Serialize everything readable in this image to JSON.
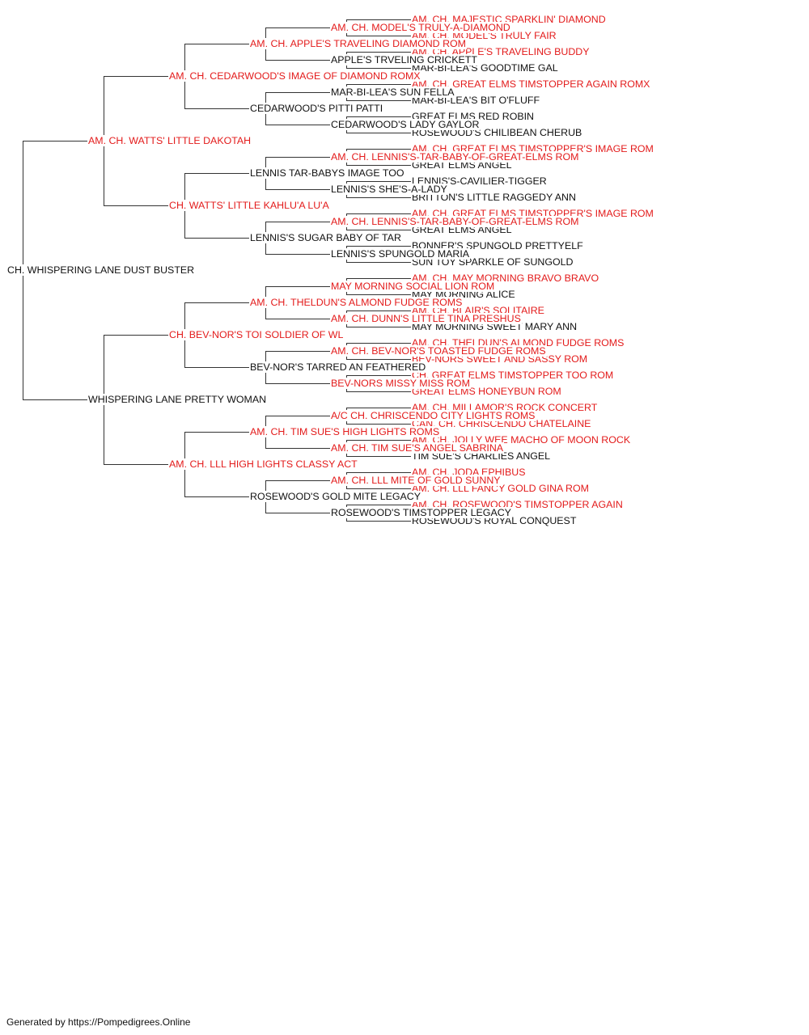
{
  "colors": {
    "champion": "#e31b1b",
    "regular": "#111111",
    "connector": "#333333"
  },
  "pedigree": {
    "name": "CH. WHISPERING LANE DUST BUSTER",
    "champion": false,
    "sire": {
      "name": "AM. CH. WATTS' LITTLE DAKOTAH",
      "champion": true,
      "sire": {
        "name": "AM. CH. CEDARWOOD'S IMAGE OF DIAMOND ROMX",
        "champion": true,
        "sire": {
          "name": "AM. CH. APPLE'S TRAVELING DIAMOND ROM",
          "champion": true,
          "sire": {
            "name": "AM. CH. MODEL'S TRULY-A-DIAMOND",
            "champion": true,
            "sire": {
              "name": "AM. CH. MAJESTIC SPARKLIN' DIAMOND",
              "champion": true
            },
            "dam": {
              "name": "AM. CH. MODEL'S TRULY FAIR",
              "champion": true
            }
          },
          "dam": {
            "name": "APPLE'S TRVELING CRICKETT",
            "champion": false,
            "sire": {
              "name": "AM. CH. APPLE'S TRAVELING BUDDY",
              "champion": true
            },
            "dam": {
              "name": "MAR-BI-LEA'S GOODTIME GAL",
              "champion": false
            }
          }
        },
        "dam": {
          "name": "CEDARWOOD'S PITTI PATTI",
          "champion": false,
          "sire": {
            "name": "MAR-BI-LEA'S SUN FELLA",
            "champion": false,
            "sire": {
              "name": "AM. CH. GREAT ELMS TIMSTOPPER AGAIN ROMX",
              "champion": true
            },
            "dam": {
              "name": "MAR-BI-LEA'S BIT O'FLUFF",
              "champion": false
            }
          },
          "dam": {
            "name": "CEDARWOOD'S LADY GAYLOR",
            "champion": false,
            "sire": {
              "name": "GREAT ELMS RED ROBIN",
              "champion": false
            },
            "dam": {
              "name": "ROSEWOOD'S CHILIBEAN CHERUB",
              "champion": false
            }
          }
        }
      },
      "dam": {
        "name": "CH. WATTS' LITTLE KAHLU'A LU'A",
        "champion": true,
        "sire": {
          "name": "LENNIS TAR-BABYS IMAGE TOO",
          "champion": false,
          "sire": {
            "name": "AM. CH. LENNIS'S-TAR-BABY-OF-GREAT-ELMS ROM",
            "champion": true,
            "sire": {
              "name": "AM. CH. GREAT ELMS TIMSTOPPER'S IMAGE ROM",
              "champion": true
            },
            "dam": {
              "name": "GREAT ELMS ANGEL",
              "champion": false
            }
          },
          "dam": {
            "name": "LENNIS'S SHE'S-A-LADY",
            "champion": false,
            "sire": {
              "name": "LENNIS'S-CAVILIER-TIGGER",
              "champion": false
            },
            "dam": {
              "name": "BRITTON'S LITTLE RAGGEDY ANN",
              "champion": false
            }
          }
        },
        "dam": {
          "name": "LENNIS'S SUGAR BABY OF TAR",
          "champion": false,
          "sire": {
            "name": "AM. CH. LENNIS'S-TAR-BABY-OF-GREAT-ELMS ROM",
            "champion": true,
            "sire": {
              "name": "AM. CH. GREAT ELMS TIMSTOPPER'S IMAGE ROM",
              "champion": true
            },
            "dam": {
              "name": "GREAT ELMS ANGEL",
              "champion": false
            }
          },
          "dam": {
            "name": "LENNIS'S SPUNGOLD MARIA",
            "champion": false,
            "sire": {
              "name": "BONNER'S SPUNGOLD PRETTYELF",
              "champion": false
            },
            "dam": {
              "name": "SUN TOY SPARKLE OF SUNGOLD",
              "champion": false
            }
          }
        }
      }
    },
    "dam": {
      "name": "WHISPERING LANE PRETTY WOMAN",
      "champion": false,
      "sire": {
        "name": "CH. BEV-NOR'S TOI SOLDIER OF WL",
        "champion": true,
        "sire": {
          "name": "AM. CH. THELDUN'S ALMOND FUDGE ROMS",
          "champion": true,
          "sire": {
            "name": "MAY MORNING SOCIAL LION ROM",
            "champion": true,
            "sire": {
              "name": "AM. CH. MAY MORNING BRAVO BRAVO",
              "champion": true
            },
            "dam": {
              "name": "MAY MORNING ALICE",
              "champion": false
            }
          },
          "dam": {
            "name": "AM. CH. DUNN'S LITTLE TINA PRESHUS",
            "champion": true,
            "sire": {
              "name": "AM. CH. BLAIR'S SOLITAIRE",
              "champion": true
            },
            "dam": {
              "name": "MAY MORNING SWEET MARY ANN",
              "champion": false
            }
          }
        },
        "dam": {
          "name": "BEV-NOR'S TARRED AN FEATHERED",
          "champion": false,
          "sire": {
            "name": "AM. CH. BEV-NOR'S TOASTED FUDGE ROMS",
            "champion": true,
            "sire": {
              "name": "AM. CH. THELDUN'S ALMOND FUDGE ROMS",
              "champion": true
            },
            "dam": {
              "name": "BEV-NORS SWEET AND SASSY ROM",
              "champion": true
            }
          },
          "dam": {
            "name": "BEV-NORS MISSY MISS ROM",
            "champion": true,
            "sire": {
              "name": "CH. GREAT ELMS TIMSTOPPER TOO ROM",
              "champion": true
            },
            "dam": {
              "name": "GREAT ELMS HONEYBUN ROM",
              "champion": true
            }
          }
        }
      },
      "dam": {
        "name": "AM. CH. LLL HIGH LIGHTS CLASSY ACT",
        "champion": true,
        "sire": {
          "name": "AM. CH. TIM SUE'S HIGH LIGHTS ROMS",
          "champion": true,
          "sire": {
            "name": "A/C CH. CHRISCENDO CITY LIGHTS ROMS",
            "champion": true,
            "sire": {
              "name": "AM. CH. MILLAMOR'S ROCK CONCERT",
              "champion": true
            },
            "dam": {
              "name": "CAN. CH. CHRISCENDO CHATELAINE",
              "champion": true
            }
          },
          "dam": {
            "name": "AM. CH. TIM SUE'S ANGEL SABRINA",
            "champion": true,
            "sire": {
              "name": "AM. CH. JOLLY WEE MACHO OF MOON ROCK",
              "champion": true
            },
            "dam": {
              "name": "TIM SUE'S CHARLIES ANGEL",
              "champion": false
            }
          }
        },
        "dam": {
          "name": "ROSEWOOD'S GOLD MITE LEGACY",
          "champion": false,
          "sire": {
            "name": "AM. CH. LLL MITE OF GOLD SUNNY",
            "champion": true,
            "sire": {
              "name": "AM. CH. JODA EPHIBUS",
              "champion": true
            },
            "dam": {
              "name": "AM. CH. LLL FANCY GOLD GINA ROM",
              "champion": true
            }
          },
          "dam": {
            "name": "ROSEWOOD'S TIMSTOPPER LEGACY",
            "champion": false,
            "sire": {
              "name": "AM. CH. ROSEWOOD'S TIMSTOPPER AGAIN",
              "champion": true
            },
            "dam": {
              "name": "ROSEWOOD'S ROYAL CONQUEST",
              "champion": false
            }
          }
        }
      }
    }
  },
  "footer": "Generated by https://Pompedigrees.Online"
}
